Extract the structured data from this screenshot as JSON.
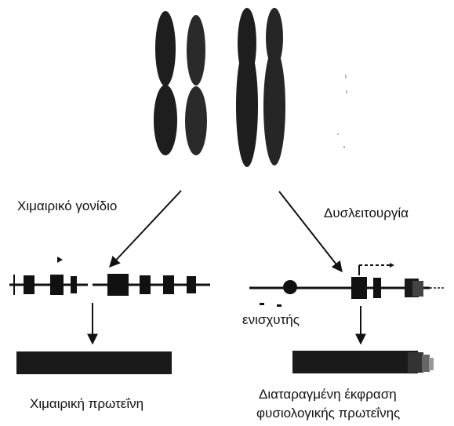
{
  "labels": {
    "chimeric_gene": "Χιμαιρικό γονίδιο",
    "dysfunction": "Δυσλειτουργία",
    "enhancer": "ενισχυτής",
    "chimeric_protein": "Χιμαιρική πρωτεΐνη",
    "disordered_expression_line1": "Διαταραγμένη έκφραση",
    "disordered_expression_line2": "φυσιολογικής πρωτεΐνης"
  },
  "colors": {
    "ink": "#111111",
    "chromosome_fill": "#222222",
    "background": "#ffffff"
  }
}
